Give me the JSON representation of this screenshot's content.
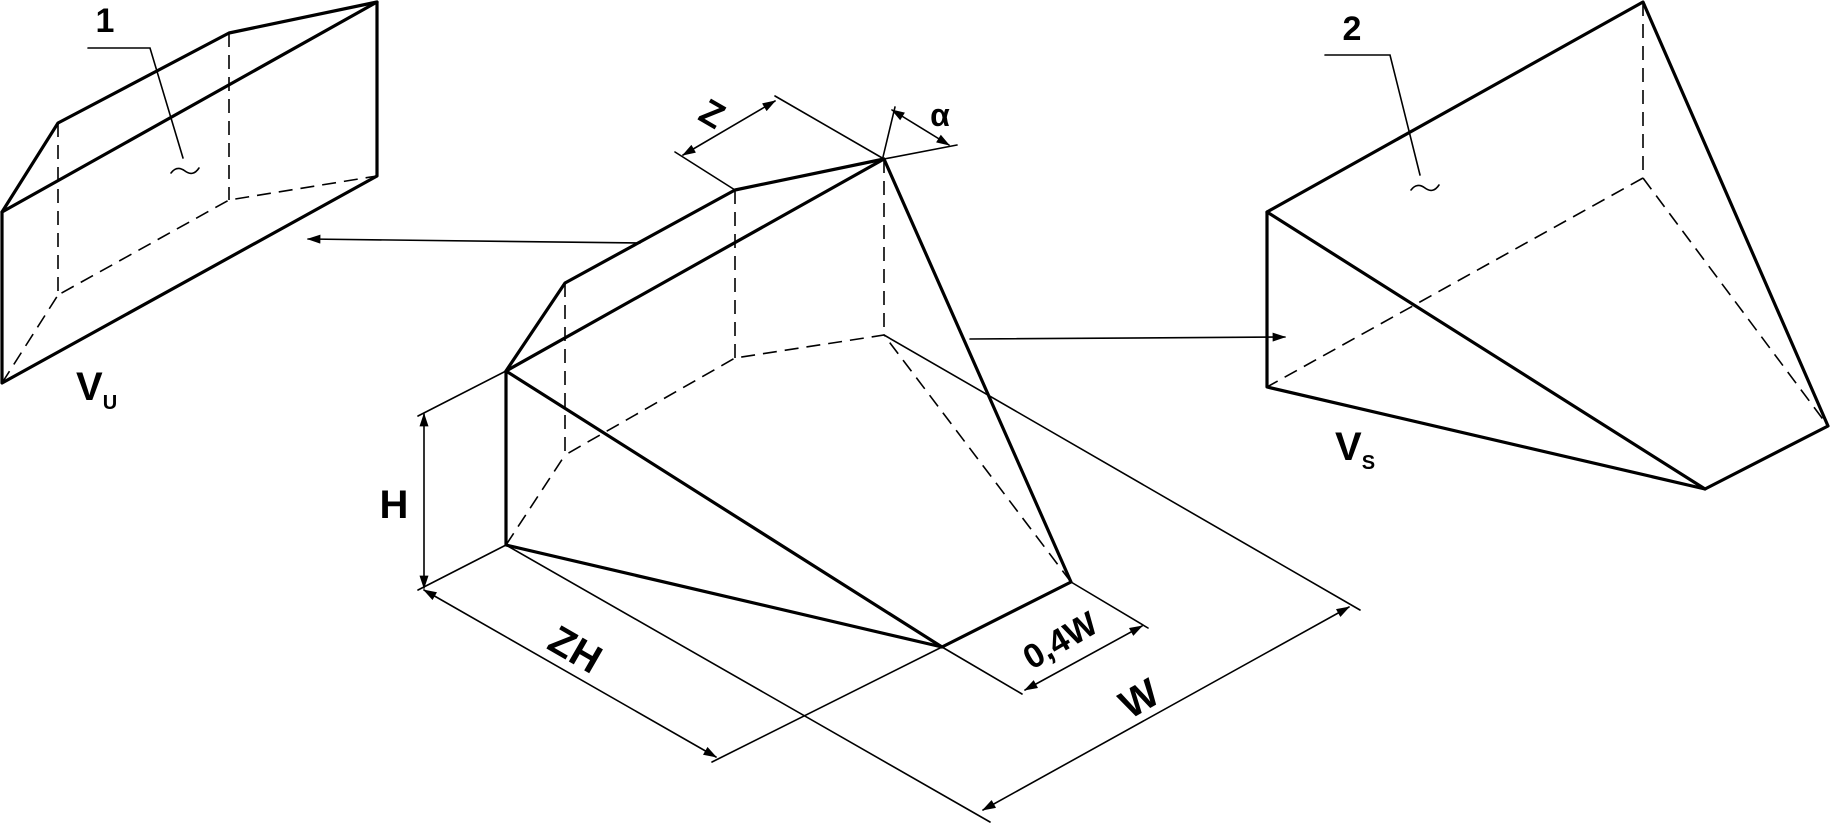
{
  "labels": {
    "callout_1": "1",
    "callout_2": "2",
    "v_u": "V",
    "v_u_sub": "U",
    "v_s": "V",
    "v_s_sub": "S",
    "h": "H",
    "z": "Z",
    "alpha": "α",
    "zh": "ZH",
    "w_04": "0,4W",
    "w": "W"
  }
}
